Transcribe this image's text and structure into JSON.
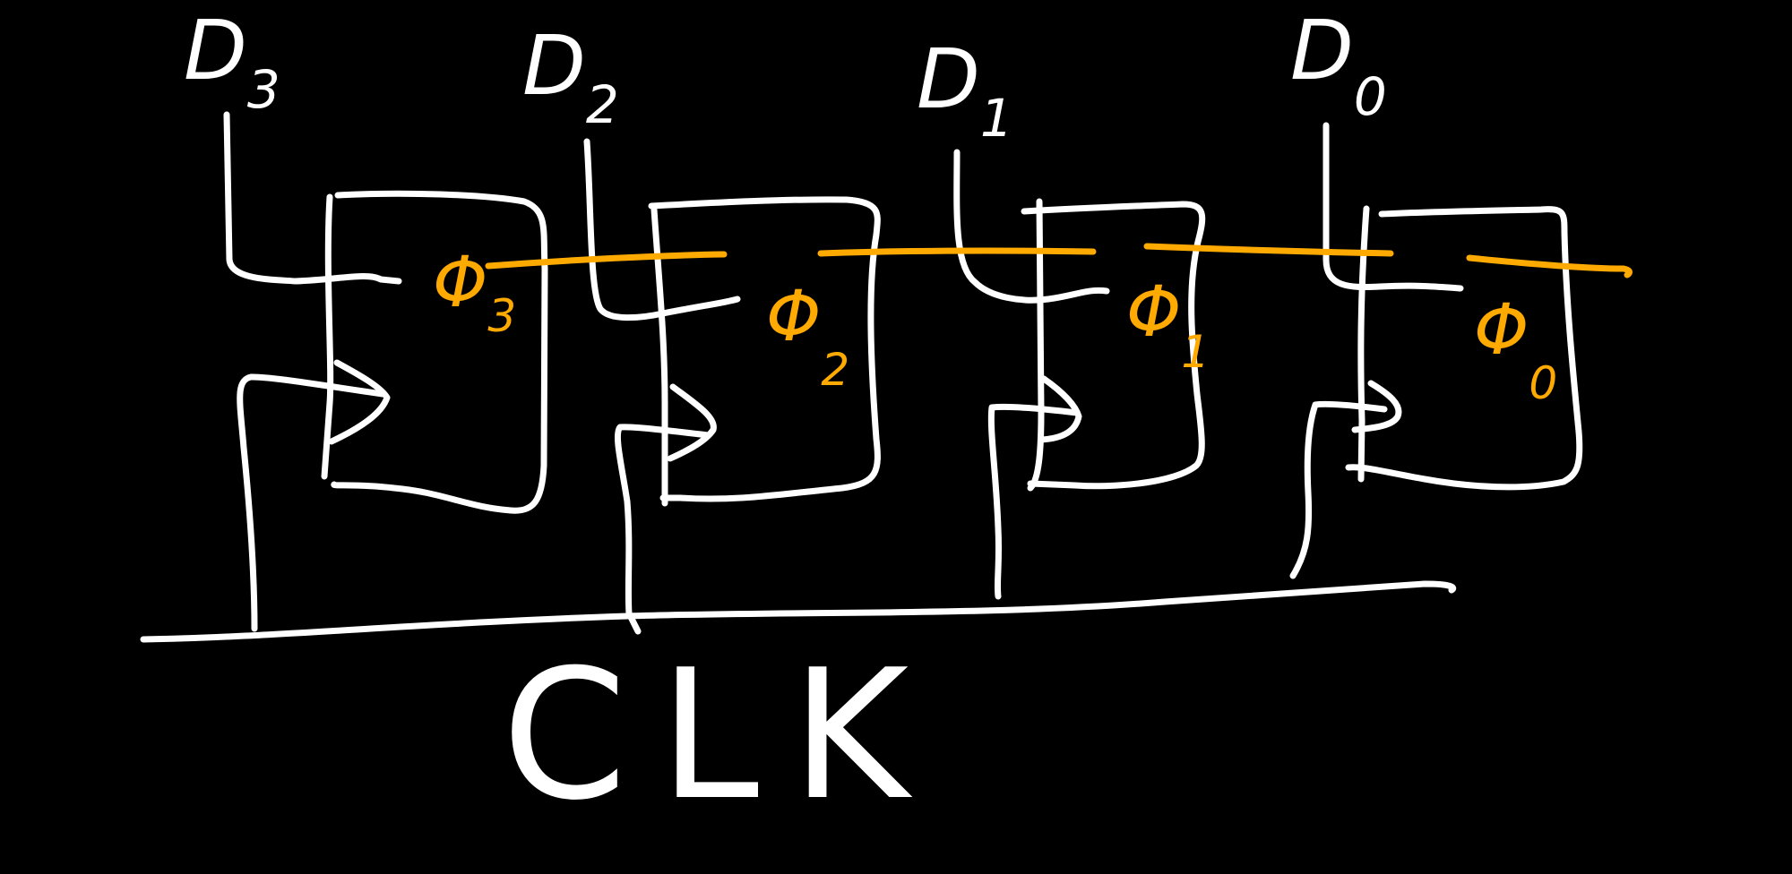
{
  "colors": {
    "background": "#000000",
    "wire": "#ffffff",
    "output_bus": "#ffaa00"
  },
  "inputs": [
    {
      "base": "D",
      "sub": "3"
    },
    {
      "base": "D",
      "sub": "2"
    },
    {
      "base": "D",
      "sub": "1"
    },
    {
      "base": "D",
      "sub": "0"
    }
  ],
  "outputs": [
    {
      "base": "Φ",
      "sub": "3"
    },
    {
      "base": "Φ",
      "sub": "2"
    },
    {
      "base": "Φ",
      "sub": "1"
    },
    {
      "base": "Φ",
      "sub": "0"
    }
  ],
  "clock": {
    "label": "CLK"
  }
}
